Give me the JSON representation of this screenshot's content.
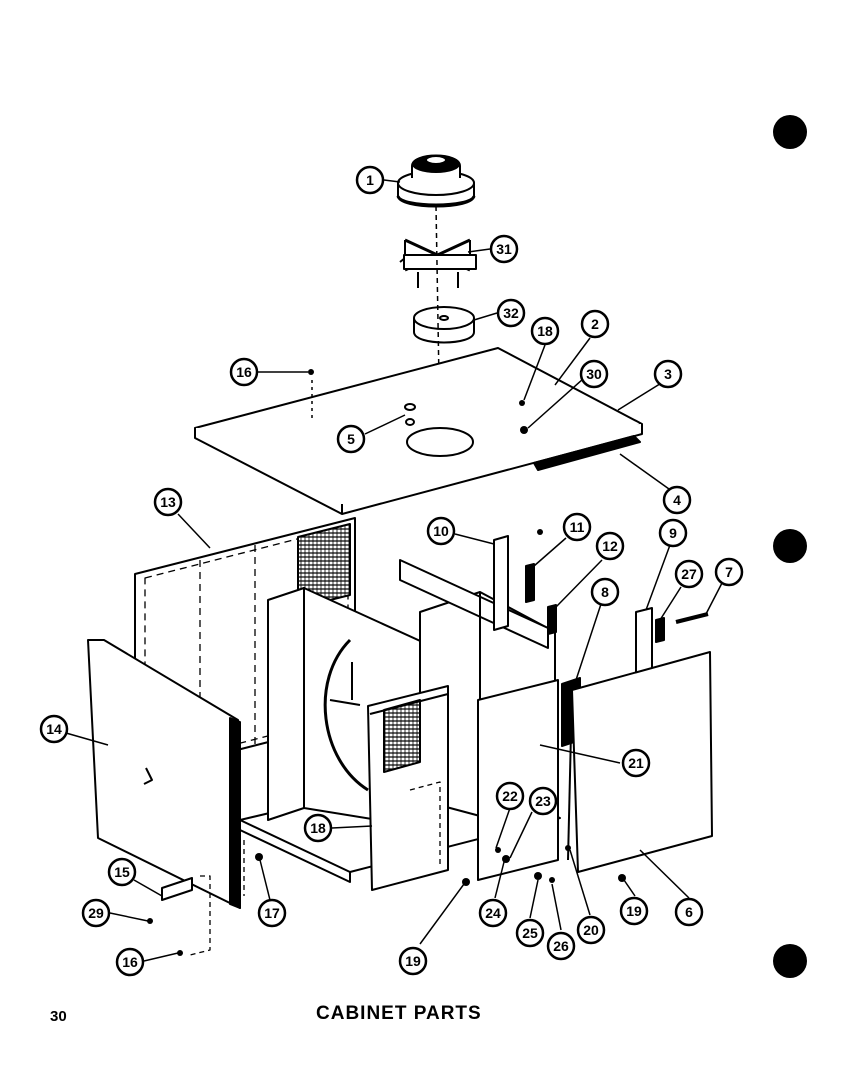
{
  "page_number": "30",
  "caption": "CABINET PARTS",
  "callouts": [
    {
      "id": "c1",
      "label": "1"
    },
    {
      "id": "c31",
      "label": "31"
    },
    {
      "id": "c32",
      "label": "32"
    },
    {
      "id": "c16a",
      "label": "16"
    },
    {
      "id": "c18a",
      "label": "18"
    },
    {
      "id": "c2",
      "label": "2"
    },
    {
      "id": "c30",
      "label": "30"
    },
    {
      "id": "c3",
      "label": "3"
    },
    {
      "id": "c5",
      "label": "5"
    },
    {
      "id": "c4",
      "label": "4"
    },
    {
      "id": "c13",
      "label": "13"
    },
    {
      "id": "c10",
      "label": "10"
    },
    {
      "id": "c11",
      "label": "11"
    },
    {
      "id": "c12",
      "label": "12"
    },
    {
      "id": "c9",
      "label": "9"
    },
    {
      "id": "c27",
      "label": "27"
    },
    {
      "id": "c7",
      "label": "7"
    },
    {
      "id": "c8",
      "label": "8"
    },
    {
      "id": "c14",
      "label": "14"
    },
    {
      "id": "c21",
      "label": "21"
    },
    {
      "id": "c22",
      "label": "22"
    },
    {
      "id": "c23",
      "label": "23"
    },
    {
      "id": "c18b",
      "label": "18"
    },
    {
      "id": "c15",
      "label": "15"
    },
    {
      "id": "c29",
      "label": "29"
    },
    {
      "id": "c17",
      "label": "17"
    },
    {
      "id": "c24",
      "label": "24"
    },
    {
      "id": "c25",
      "label": "25"
    },
    {
      "id": "c26",
      "label": "26"
    },
    {
      "id": "c20",
      "label": "20"
    },
    {
      "id": "c19a",
      "label": "19"
    },
    {
      "id": "c6",
      "label": "6"
    },
    {
      "id": "c16b",
      "label": "16"
    },
    {
      "id": "c19b",
      "label": "19"
    }
  ]
}
